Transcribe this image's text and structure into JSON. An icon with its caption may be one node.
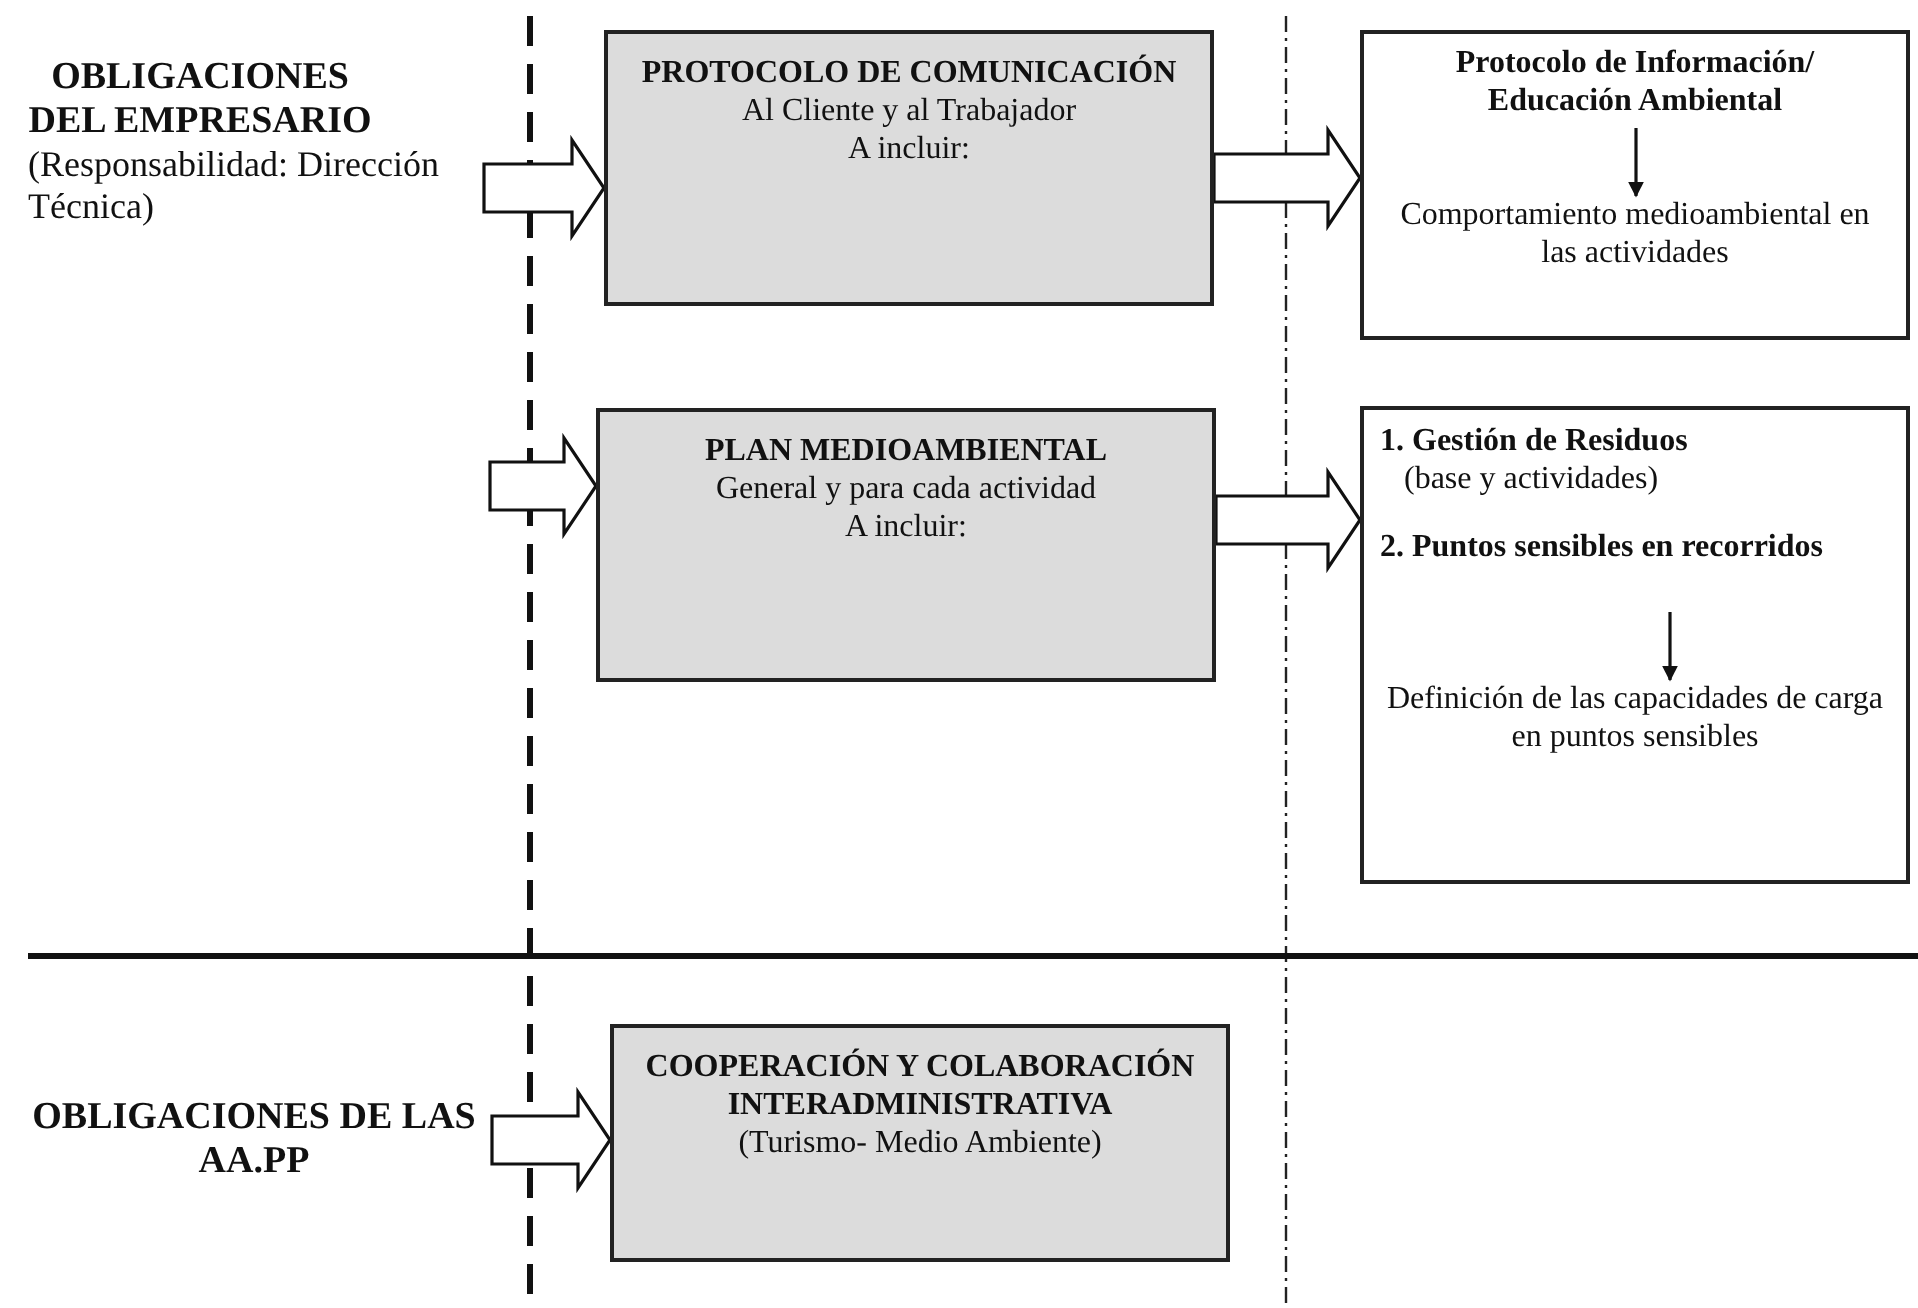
{
  "diagram": {
    "nodes": [
      {
        "text": [
          "OBLIGACIONES DEL EMPRESARIO",
          "(Responsabilidad: Dirección Técnica)"
        ]
      },
      {
        "text": [
          "PROTOCOLO DE COMUNICACIÓN",
          "Al Cliente y al Trabajador",
          "A incluir:"
        ]
      },
      {
        "text": [],
        "shape": "box"
      },
      {
        "text": [
          "Protocolo de Información/ Educación Ambiental"
        ],
        "in": 2
      },
      {
        "text": [
          "Comportamiento medioambiental en las actividades"
        ],
        "in": 2
      },
      {
        "text": [
          "PLAN MEDIOAMBIENTAL",
          "General y para cada actividad",
          "A incluir:"
        ]
      },
      {
        "text": [],
        "shape": "box"
      },
      {
        "text": [
          "1. Gestión de Residuos",
          "(base y actividades)"
        ],
        "in": 6
      },
      {
        "text": [
          "2. Puntos sensibles en recorridos"
        ],
        "in": 6
      },
      {
        "text": [
          "Definición de las capacidades de carga en puntos sensibles"
        ],
        "in": 6
      },
      {
        "text": [
          "OBLIGACIONES DE LAS AA.PP"
        ]
      },
      {
        "text": [
          "COOPERACIÓN Y COLABORACIÓN INTERADMINISTRATIVA",
          "(Turismo- Medio Ambiente)"
        ]
      }
    ],
    "edges": [
      {
        "from": 0,
        "to": 1,
        "arrow": "to"
      },
      {
        "from": 1,
        "to": 2,
        "arrow": "to"
      },
      {
        "from": 3,
        "to": 4,
        "arrow": "to"
      },
      {
        "from": null,
        "to": 5,
        "arrow": "to"
      },
      {
        "from": 5,
        "to": 6,
        "arrow": "to"
      },
      {
        "from": 8,
        "to": 9,
        "arrow": "to"
      },
      {
        "from": 10,
        "to": 11,
        "arrow": "to"
      }
    ]
  }
}
